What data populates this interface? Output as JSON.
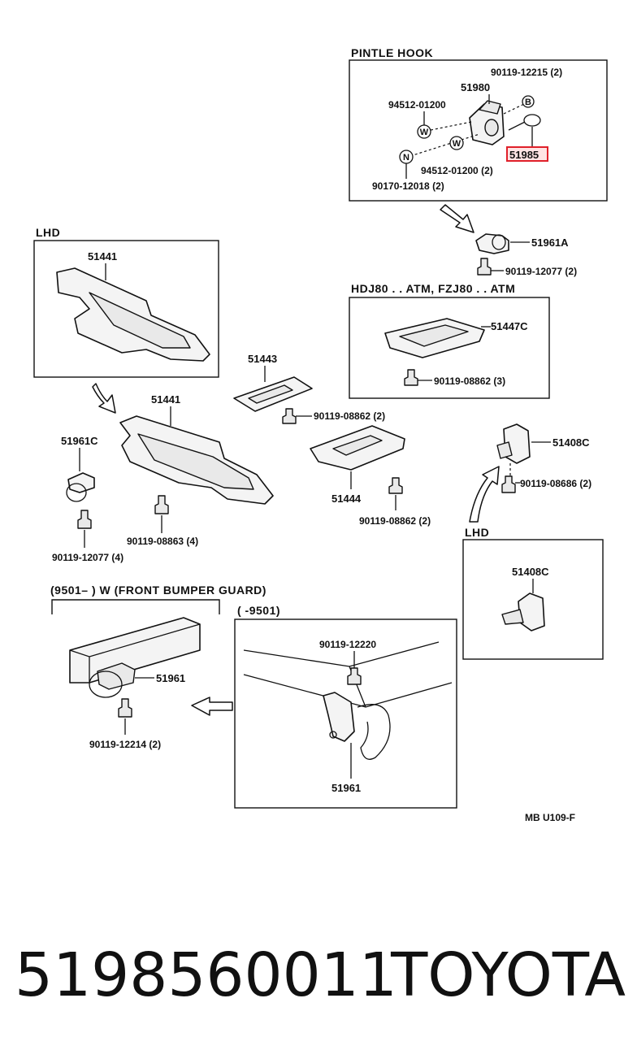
{
  "diagram": {
    "pintle": {
      "title": "PINTLE HOOK",
      "part_hook": "51980",
      "bolt": "90119-12215 (2)",
      "washer_a": "94512-01200",
      "washer_b": "94512-01200 (2)",
      "nut": "90170-12018 (2)",
      "highlighted": "51985",
      "marker_b": "B",
      "marker_w": "W",
      "marker_n": "N",
      "highlight_color": "#e0202a"
    },
    "bracket_a": {
      "part": "51961A",
      "bolt": "90119-12077 (2)"
    },
    "lhd_top": {
      "tag": "LHD",
      "part": "51441"
    },
    "hdj": {
      "title": "HDJ80 . . ATM, FZJ80 . . ATM",
      "part": "51447C",
      "bolt": "90119-08862 (3)"
    },
    "middle": {
      "part_51443": "51443",
      "bolt_51443": "90119-08862 (2)",
      "part_51441": "51441",
      "part_51444": "51444",
      "bolt_51444": "90119-08862 (2)",
      "bolt_51441": "90119-08863 (4)"
    },
    "left_bracket": {
      "part": "51961C",
      "bolt": "90119-12077 (4)"
    },
    "right_bracket": {
      "part": "51408C",
      "bolt": "90119-08686 (2)"
    },
    "lhd_right": {
      "tag": "LHD",
      "part": "51408C"
    },
    "front_guard": {
      "title": "(9501–        ) W (FRONT  BUMPER  GUARD)",
      "part": "51961",
      "bolt": "90119-12214 (2)"
    },
    "old_guard": {
      "title": "(        -9501)",
      "bolt": "90119-12220",
      "part": "51961"
    },
    "ref_code": "MB  U109-F"
  },
  "footer": {
    "part_number": "5198560011",
    "brand": "TOYOTA"
  }
}
